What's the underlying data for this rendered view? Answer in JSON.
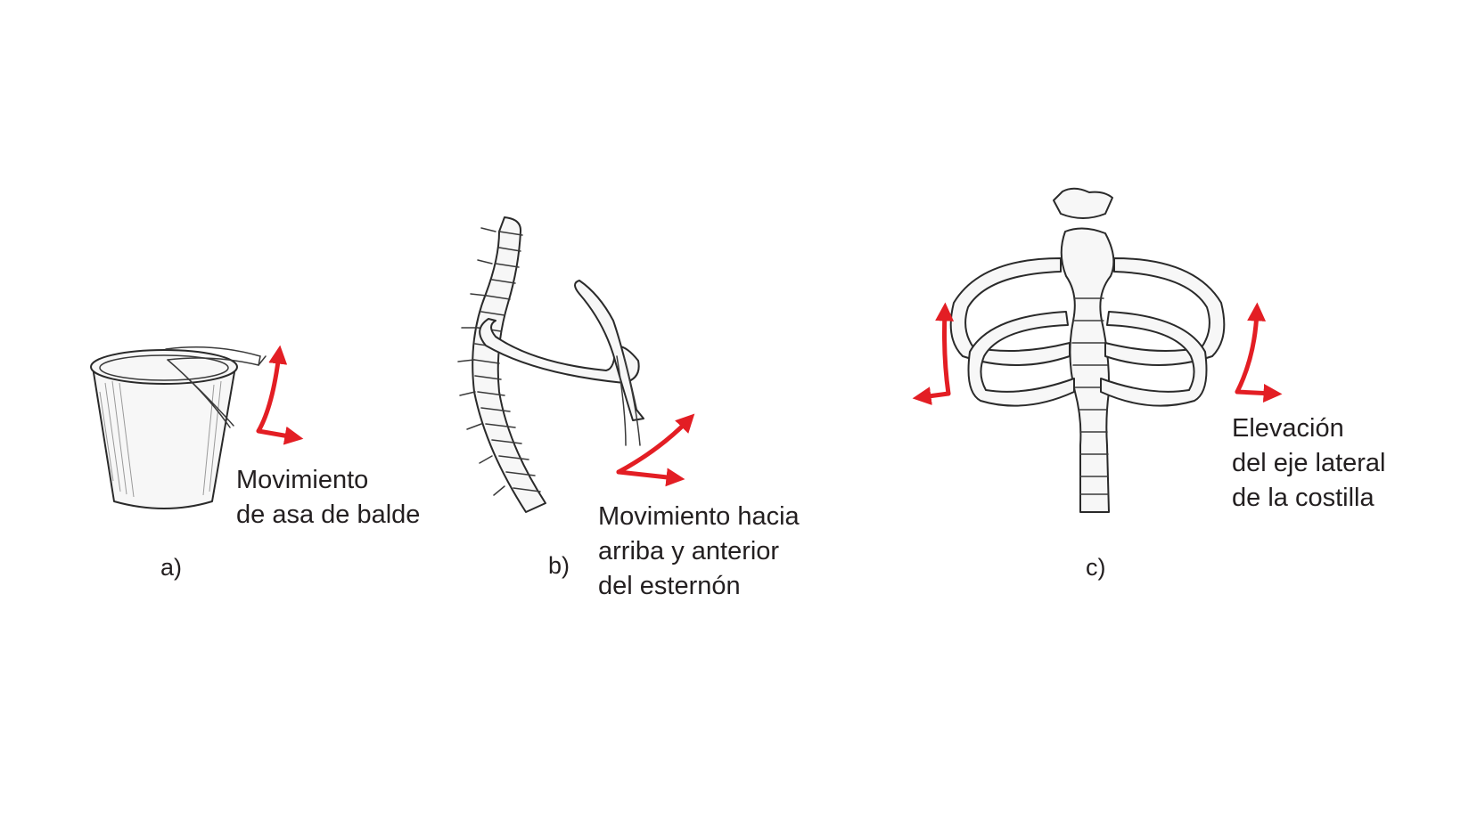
{
  "colors": {
    "arrow": "#e31e24",
    "ink": "#231f20"
  },
  "panels": {
    "a": {
      "letter": "a)",
      "caption": [
        "Movimiento",
        "de asa de balde"
      ]
    },
    "b": {
      "letter": "b)",
      "caption": [
        "Movimiento hacia",
        "arriba y anterior",
        "del esternón"
      ]
    },
    "c": {
      "letter": "c)",
      "caption": [
        "Elevación",
        "del eje lateral",
        "de la costilla"
      ]
    }
  }
}
